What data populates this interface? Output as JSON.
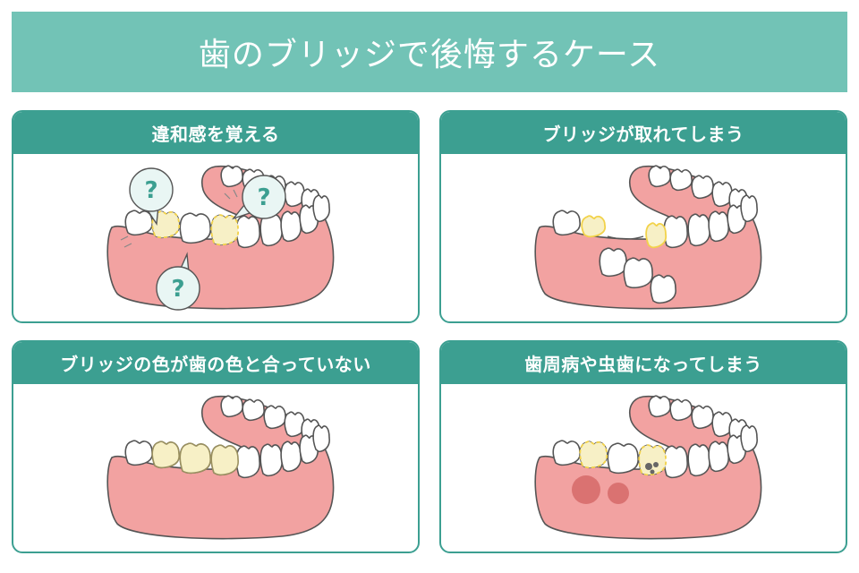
{
  "banner": {
    "title": "歯のブリッジで後悔するケース"
  },
  "cards": [
    {
      "title": "違和感を覚える",
      "illustration": "jaw-with-question-bubbles"
    },
    {
      "title": "ブリッジが取れてしまう",
      "illustration": "jaw-with-detached-bridge"
    },
    {
      "title": "ブリッジの色が歯の色と合っていない",
      "illustration": "jaw-with-discolored-bridge"
    },
    {
      "title": "歯周病や虫歯になってしまう",
      "illustration": "jaw-with-decay-and-gum-disease"
    }
  ],
  "colors": {
    "banner": "#72c3b6",
    "card_header": "#3c9f91",
    "gum": "#f2a2a1",
    "tooth": "#ffffff",
    "bridge_outline": "#f2d24a",
    "bridge_tint": "#f7f0c6",
    "bubble_fill": "#e9f6f4",
    "question_mark": "#3c9f91",
    "inflammation": "#c74a4a"
  }
}
